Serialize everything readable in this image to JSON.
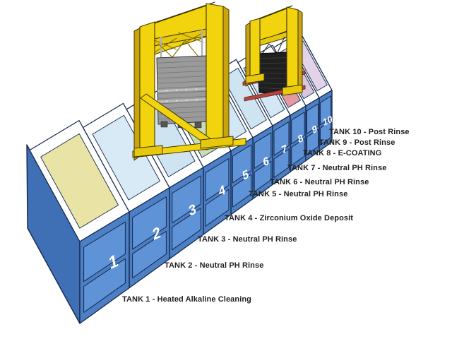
{
  "scene": {
    "background": "#ffffff",
    "description": "Isometric illustration of a 10-tank e-coating process line with two yellow gantry hoists"
  },
  "tanks": [
    {
      "number": "1",
      "label": "TANK 1 - Heated Alkaline Cleaning",
      "liquid_color": "#e9e4a5"
    },
    {
      "number": "2",
      "label": "TANK 2 - Neutral PH Rinse",
      "liquid_color": "#d8eaf6"
    },
    {
      "number": "3",
      "label": "TANK 3 - Neutral PH Rinse",
      "liquid_color": "#cfe4f1"
    },
    {
      "number": "4",
      "label": "TANK 4 - Zirconium Oxide Deposit",
      "liquid_color": "#cbdcb5"
    },
    {
      "number": "5",
      "label": "TANK 5 - Neutral PH Rinse",
      "liquid_color": "#d3e7f4"
    },
    {
      "number": "6",
      "label": "TANK 6 - Neutral PH Rinse",
      "liquid_color": "#cfe4f1"
    },
    {
      "number": "7",
      "label": "TANK 7 - Neutral PH Rinse",
      "liquid_color": "#d3e7f4"
    },
    {
      "number": "8",
      "label": "TANK 8 - E-COATING",
      "liquid_color": "#e29aa0"
    },
    {
      "number": "9",
      "label": "TANK 9 - Post Rinse",
      "liquid_color": "#d9c6de"
    },
    {
      "number": "10",
      "label": "TANK 10 - Post Rinse",
      "liquid_color": "#e3d3e9"
    }
  ],
  "colors": {
    "tank_body": "#4c7fc3",
    "tank_panel": "#5f93d8",
    "tank_side": "#3f6fb4",
    "outline": "#14294e",
    "rim": "#ffffff",
    "crane_yellow": "#f2d40e",
    "crane_inner": "#e6c90e",
    "crane_shadow": "#c9a40b",
    "crane_top": "#f8ec67",
    "crane_outline": "#403500",
    "rack_gray": "#9a9a9a",
    "rack_line": "#777777",
    "rack_band": "#bdbdbd",
    "rack_dark": "#1f1f1f",
    "rail_red": "#b5453f",
    "number_color": "#ffffff",
    "label_text": "#231f20"
  }
}
